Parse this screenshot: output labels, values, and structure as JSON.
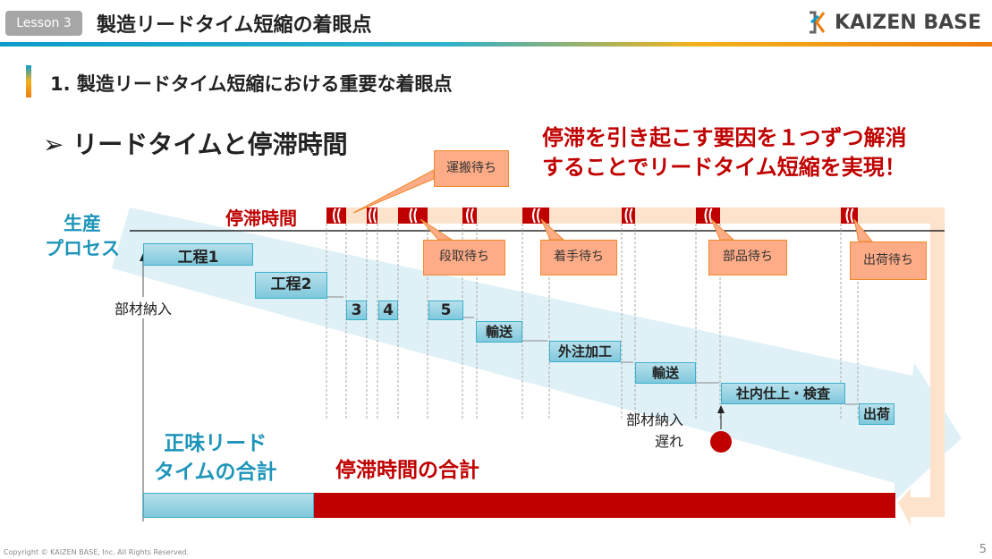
{
  "header": {
    "lesson": "Lesson 3",
    "title": "製造リードタイム短縮の着眼点",
    "logo": "KAIZEN BASE"
  },
  "section": {
    "title": "1. 製造リードタイム短縮における重要な着眼点"
  },
  "subtitle": "➢  リードタイムと停滞時間",
  "claim": {
    "line1": "停滞を引き起こす要因を１つずつ解消",
    "line2": "することでリードタイム短縮を実現！"
  },
  "diagram": {
    "process_label": "生産\nプロセス",
    "stagnation_label": "停滞時間",
    "steps": [
      "工程1",
      "工程2",
      "3",
      "4",
      "5",
      "輸送",
      "外注加工",
      "輸送",
      "社内仕上・検査",
      "出荷"
    ],
    "callouts": [
      "運搬待ち",
      "段取待ち",
      "着手待ち",
      "部品待ち",
      "出荷待ち"
    ],
    "material_in": "部材納入",
    "material_late": "部材納入\n遅れ",
    "net_total": "正味リード\nタイムの合計",
    "stagnation_total": "停滞時間の合計",
    "colors": {
      "stagnation": "#c00000",
      "process": "#7fc8dc",
      "band": "#fde3cc"
    }
  },
  "footer": {
    "copyright": "Copyright ©  KAIZEN BASE, Inc.  All Rights Reserved.",
    "page": "5"
  }
}
